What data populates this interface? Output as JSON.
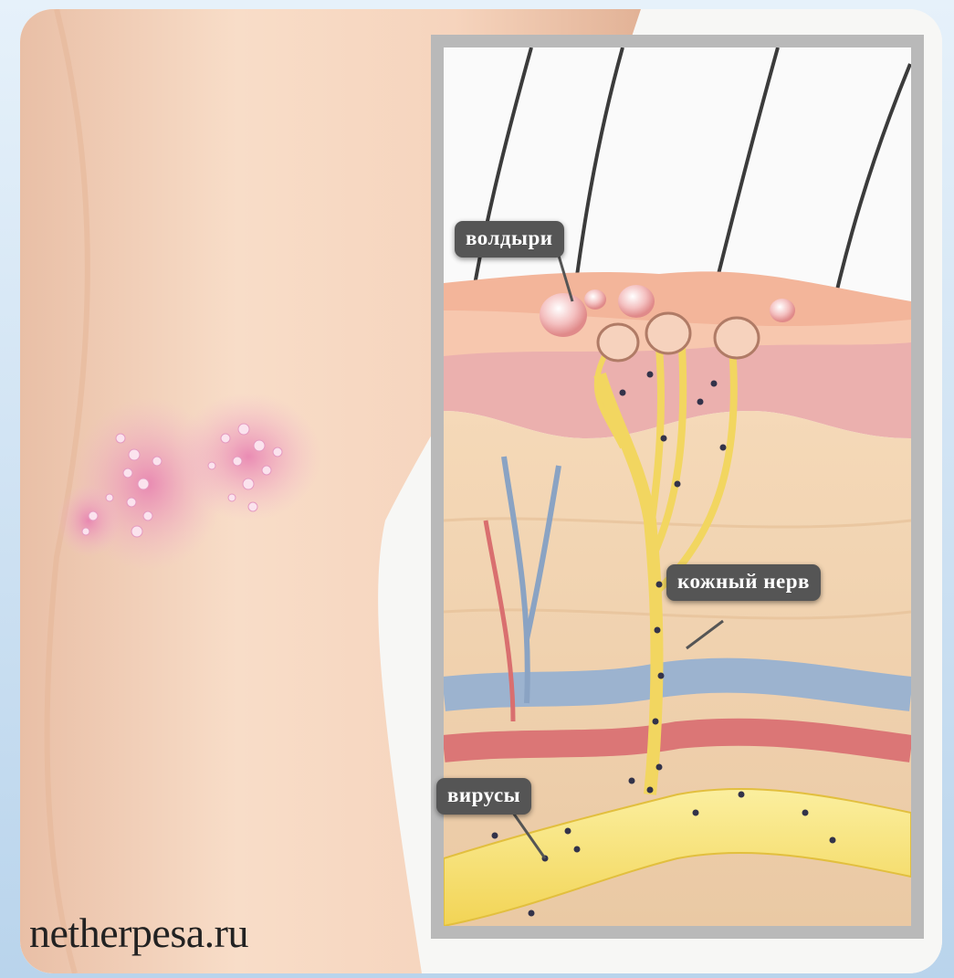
{
  "labels": {
    "blisters": "волдыри",
    "skin_nerve": "кожный нерв",
    "viruses": "вирусы"
  },
  "watermark": "netherpesa.ru",
  "colors": {
    "skin": "#f6d5bf",
    "rash": "#e87fb0",
    "epidermis": "#f0b79f",
    "dermis": "#eab3ad",
    "nerve": "#f7e27a",
    "vein": "#9fb6cf",
    "artery": "#d96f6f",
    "callout": "#555555"
  }
}
